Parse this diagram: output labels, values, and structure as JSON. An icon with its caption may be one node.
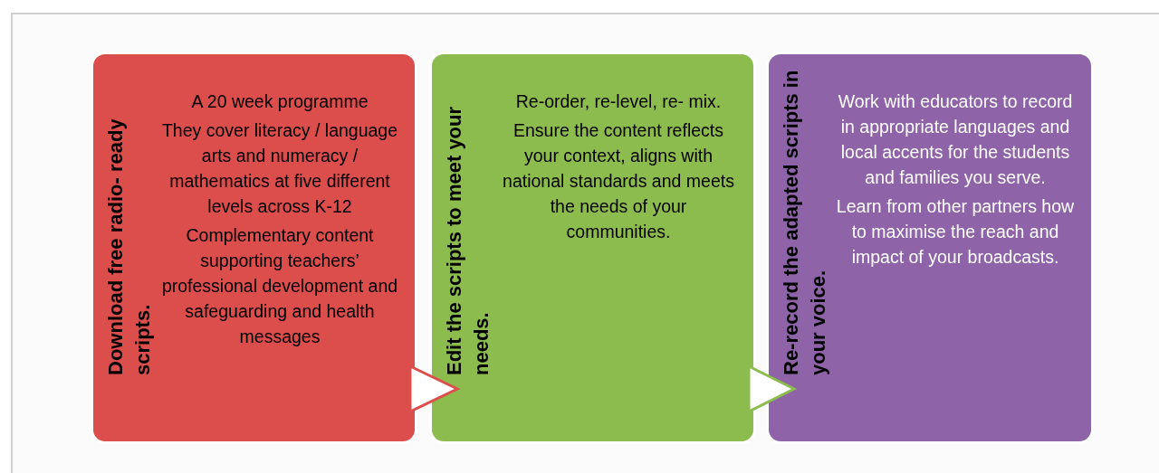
{
  "diagram": {
    "nodes": [
      {
        "text": [
          "Download free radio- ready scripts.",
          "A 20 week programme",
          "They cover literacy / language arts and numeracy / mathematics at five different levels across K-12",
          "Complementary content supporting teachers’ professional development and safeguarding and health messages"
        ]
      },
      {
        "text": [
          "Edit the scripts to meet your needs.",
          "Re-order, re-level, re- mix.",
          "Ensure the content reflects your context, aligns with national standards and meets the needs of your communities."
        ]
      },
      {
        "text": [
          "Re-record the adapted scripts in your voice.",
          "Work with educators to record in appropriate languages and local accents for the students and families you serve.",
          "Learn from other partners how to maximise the reach and impact of your broadcasts."
        ]
      }
    ],
    "edges": [
      {
        "from": 0,
        "to": 1,
        "arrow": "to",
        "color": "#dc4e4b"
      },
      {
        "from": 1,
        "to": 2,
        "arrow": "to",
        "color": "#8cbb4e"
      }
    ]
  }
}
